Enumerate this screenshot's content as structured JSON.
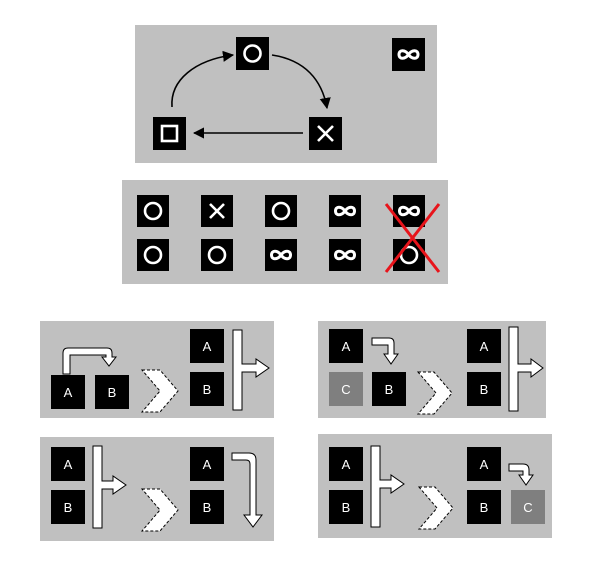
{
  "cycle": {
    "nodes": [
      "circle-symbol",
      "cross-symbol",
      "square-symbol"
    ],
    "extra": "infinity-symbol"
  },
  "grid": {
    "row1": [
      "circle-symbol",
      "cross-symbol",
      "circle-symbol",
      "infinity-symbol",
      "infinity-symbol"
    ],
    "row2": [
      "circle-symbol",
      "circle-symbol",
      "infinity-symbol",
      "infinity-symbol",
      "circle-symbol"
    ],
    "crossed_out_color": "#e8141b"
  },
  "panels": {
    "p1": {
      "left": [
        "A",
        "B"
      ],
      "right": [
        "A",
        "B"
      ]
    },
    "p2": {
      "left": [
        "A",
        "C",
        "B"
      ],
      "right": [
        "A",
        "B"
      ]
    },
    "p3": {
      "left": [
        "A",
        "B"
      ],
      "right": [
        "A",
        "B"
      ]
    },
    "p4": {
      "left": [
        "A",
        "B"
      ],
      "right": [
        "A",
        "B",
        "C"
      ]
    }
  },
  "colors": {
    "panel": "#c0c0c0",
    "tile": "#000000",
    "tile_gray": "#7f7f7f"
  }
}
